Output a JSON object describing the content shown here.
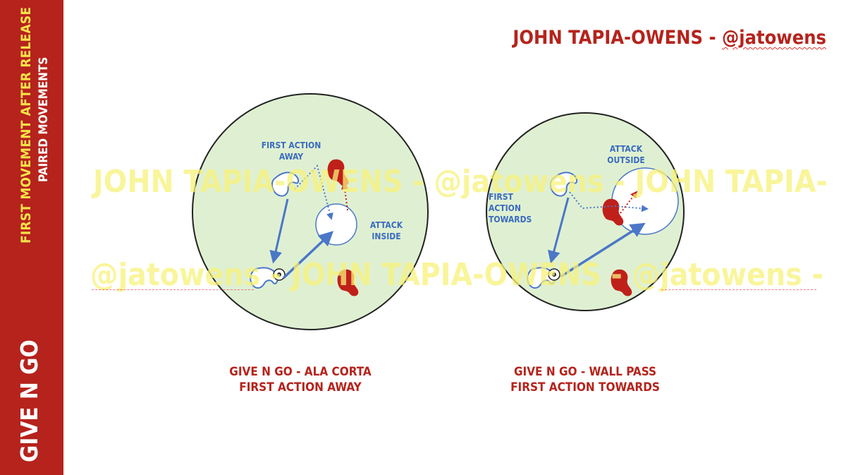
{
  "sidebar": {
    "title": "FIRST MOVEMENT AFTER RELEASE",
    "subtitle": "PAIRED MOVEMENTS",
    "section": "GIVE N GO"
  },
  "header": {
    "author_name": "JOHN TAPIA-OWENS - ",
    "author_handle": "@jatowens"
  },
  "watermark": {
    "line1": "JOHN TAPIA-OWENS - @jatowens - JOHN TAPIA-",
    "line2": "@jatowens - JOHN TAPIA-OWENS - @jatowens -"
  },
  "diagrams": [
    {
      "label_first_action": "FIRST ACTION\nAWAY",
      "label_attack": "ATTACK\nINSIDE",
      "caption_line1": "GIVE N GO - ALA CORTA",
      "caption_line2": "FIRST ACTION AWAY"
    },
    {
      "label_first_action": "FIRST ACTION\nTOWARDS",
      "label_attack": "ATTACK\nOUTSIDE",
      "caption_line1": "GIVE N GO - WALL PASS",
      "caption_line2": "FIRST ACTION TOWARDS"
    }
  ],
  "colors": {
    "brand_red": "#b5231c",
    "field_green": "#dff0d2",
    "arrow_blue": "#4a77c8",
    "player_red": "#c0201a",
    "watermark_yellow": "#f8f27a"
  }
}
